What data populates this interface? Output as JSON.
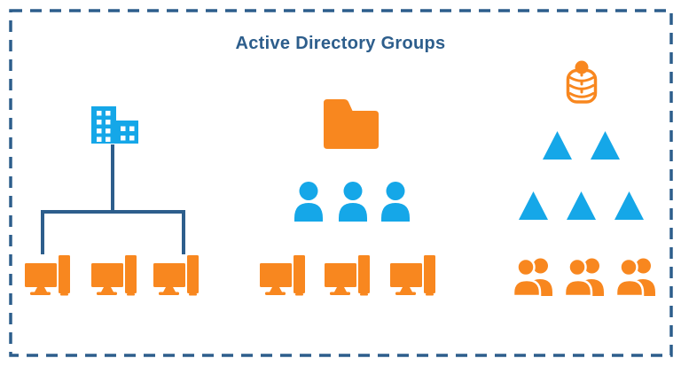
{
  "title": "Active Directory Groups",
  "colors": {
    "icon_blue": "#15a7e8",
    "icon_orange": "#f8871f",
    "line_blue": "#2d5e8c",
    "background": "#ffffff"
  },
  "diagram": {
    "border_style": "dashed",
    "groups": {
      "left": {
        "root_icon": "office-building",
        "connector": "tree-lines",
        "workstation_count": 3
      },
      "middle": {
        "root_icon": "folder",
        "user_count": 3,
        "workstation_count": 3
      },
      "right": {
        "root_icon": "coin-stack",
        "triangle_row_counts": [
          2,
          3
        ],
        "user_group_count": 3
      }
    }
  }
}
